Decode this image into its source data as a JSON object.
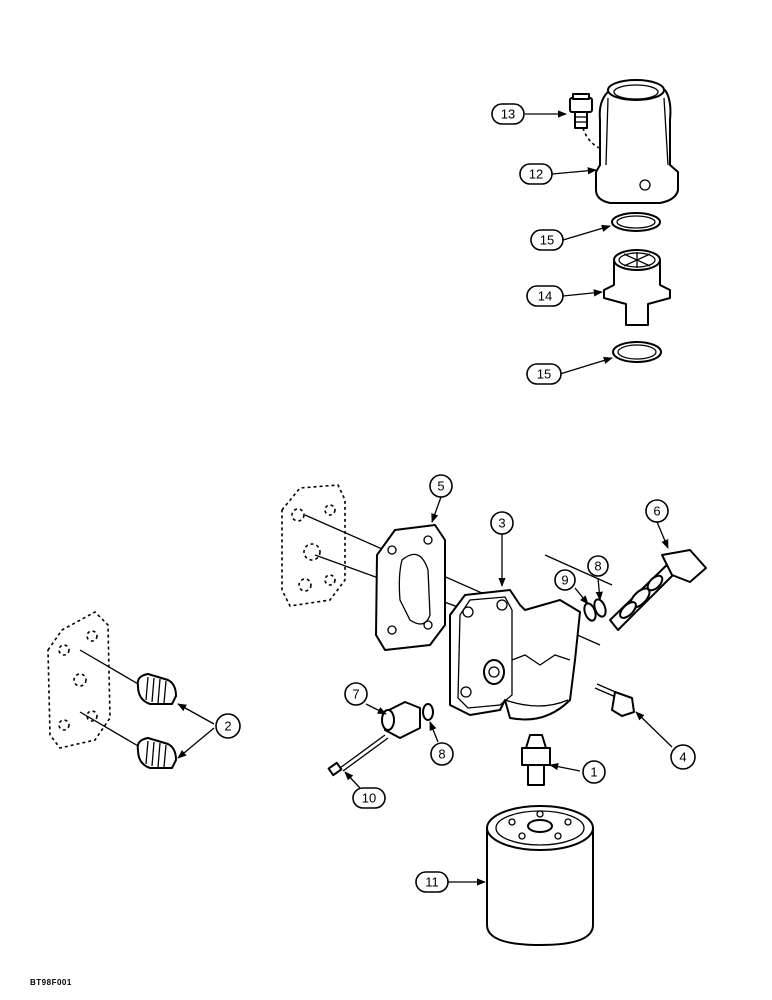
{
  "figure_code": "BT98F001",
  "callouts": {
    "c13": "13",
    "c12": "12",
    "c15a": "15",
    "c14": "14",
    "c15b": "15",
    "c5": "5",
    "c3": "3",
    "c6": "6",
    "c9": "9",
    "c8a": "8",
    "c2": "2",
    "c7": "7",
    "c8b": "8",
    "c4": "4",
    "c1": "1",
    "c10": "10",
    "c11": "11"
  }
}
